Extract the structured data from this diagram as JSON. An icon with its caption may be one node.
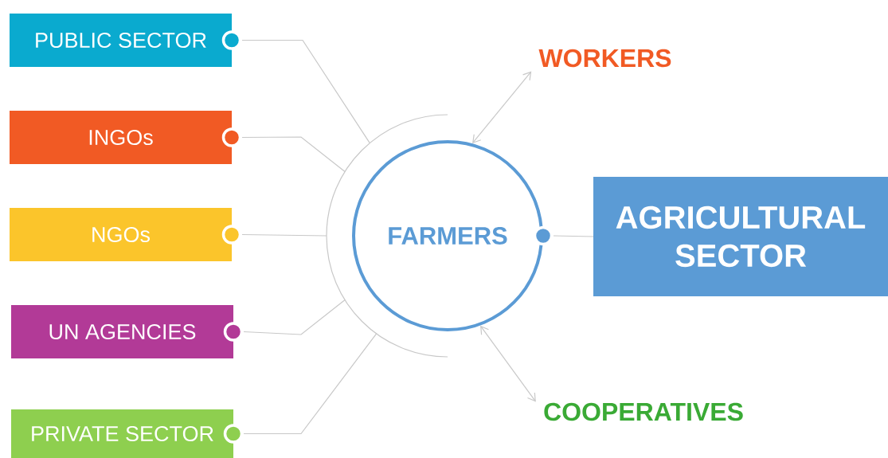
{
  "diagram": {
    "nodes": [
      {
        "text": [
          "PUBLIC SECTOR"
        ]
      },
      {
        "text": [
          "INGOs"
        ]
      },
      {
        "text": [
          "NGOs"
        ]
      },
      {
        "text": [
          "UN AGENCIES"
        ]
      },
      {
        "text": [
          "PRIVATE SECTOR"
        ]
      },
      {
        "text": [],
        "shape": "arc"
      },
      {
        "text": [
          "FARMERS"
        ]
      },
      {
        "text": [
          "WORKERS"
        ]
      },
      {
        "text": [
          "AGRICULTURAL SECTOR"
        ]
      },
      {
        "text": [
          "COOPERATIVES"
        ]
      }
    ],
    "edges": [
      {
        "from": 0,
        "to": 5,
        "arrow": "other"
      },
      {
        "from": 1,
        "to": 5,
        "arrow": "other"
      },
      {
        "from": 2,
        "to": 5,
        "arrow": "other"
      },
      {
        "from": 3,
        "to": 5,
        "arrow": "other"
      },
      {
        "from": 4,
        "to": 5,
        "arrow": "other"
      },
      {
        "from": 6,
        "to": 8,
        "arrow": "other"
      },
      {
        "from": 6,
        "to": 7,
        "arrow": "both"
      },
      {
        "from": 6,
        "to": 9,
        "arrow": "both"
      }
    ]
  }
}
